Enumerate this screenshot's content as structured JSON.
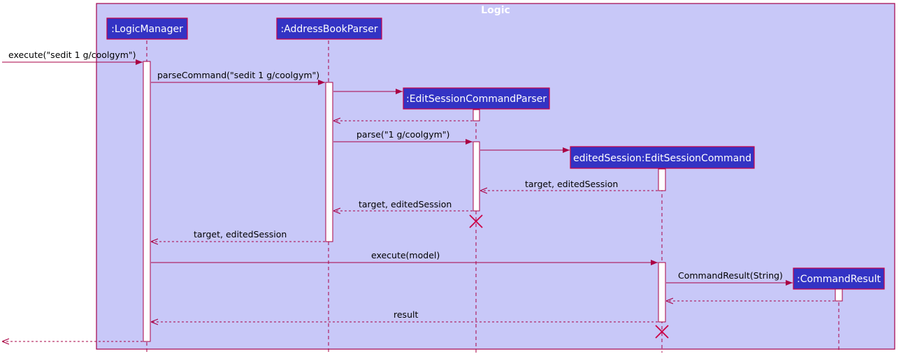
{
  "frame": {
    "title": "Logic"
  },
  "participants": [
    {
      "id": "lm",
      "label": ":LogicManager"
    },
    {
      "id": "abp",
      "label": ":AddressBookParser"
    },
    {
      "id": "escp",
      "label": ":EditSessionCommandParser"
    },
    {
      "id": "esc",
      "label": "editedSession:EditSessionCommand"
    },
    {
      "id": "cr",
      "label": ":CommandResult"
    }
  ],
  "messages": [
    {
      "from": "external",
      "to": "lm",
      "label": "execute(\"sedit 1 g/coolgym\")",
      "kind": "call"
    },
    {
      "from": "lm",
      "to": "abp",
      "label": "parseCommand(\"sedit 1 g/coolgym\")",
      "kind": "call"
    },
    {
      "from": "abp",
      "to": "escp",
      "label": "",
      "kind": "create"
    },
    {
      "from": "escp",
      "to": "abp",
      "label": "",
      "kind": "return"
    },
    {
      "from": "abp",
      "to": "escp",
      "label": "parse(\"1 g/coolgym\")",
      "kind": "call"
    },
    {
      "from": "escp",
      "to": "esc",
      "label": "",
      "kind": "create"
    },
    {
      "from": "esc",
      "to": "escp",
      "label": "target, editedSession",
      "kind": "return"
    },
    {
      "from": "escp",
      "to": "abp",
      "label": "target, editedSession",
      "kind": "return"
    },
    {
      "from": "abp",
      "to": "lm",
      "label": "target, editedSession",
      "kind": "return"
    },
    {
      "from": "lm",
      "to": "esc",
      "label": "execute(model)",
      "kind": "call"
    },
    {
      "from": "esc",
      "to": "cr",
      "label": "CommandResult(String)",
      "kind": "create"
    },
    {
      "from": "cr",
      "to": "esc",
      "label": "",
      "kind": "return"
    },
    {
      "from": "esc",
      "to": "lm",
      "label": "result",
      "kind": "return"
    },
    {
      "from": "lm",
      "to": "external",
      "label": "",
      "kind": "return"
    }
  ],
  "colors": {
    "frame_fill": "#c8c8f8",
    "frame_border": "#a3004a",
    "participant_fill": "#3333c4",
    "participant_border": "#cc0044",
    "arrow": "#aa0044",
    "destroy": "#cc0044",
    "activation_fill": "#ffffff",
    "text": "#000000",
    "participant_text": "#ffffff"
  }
}
